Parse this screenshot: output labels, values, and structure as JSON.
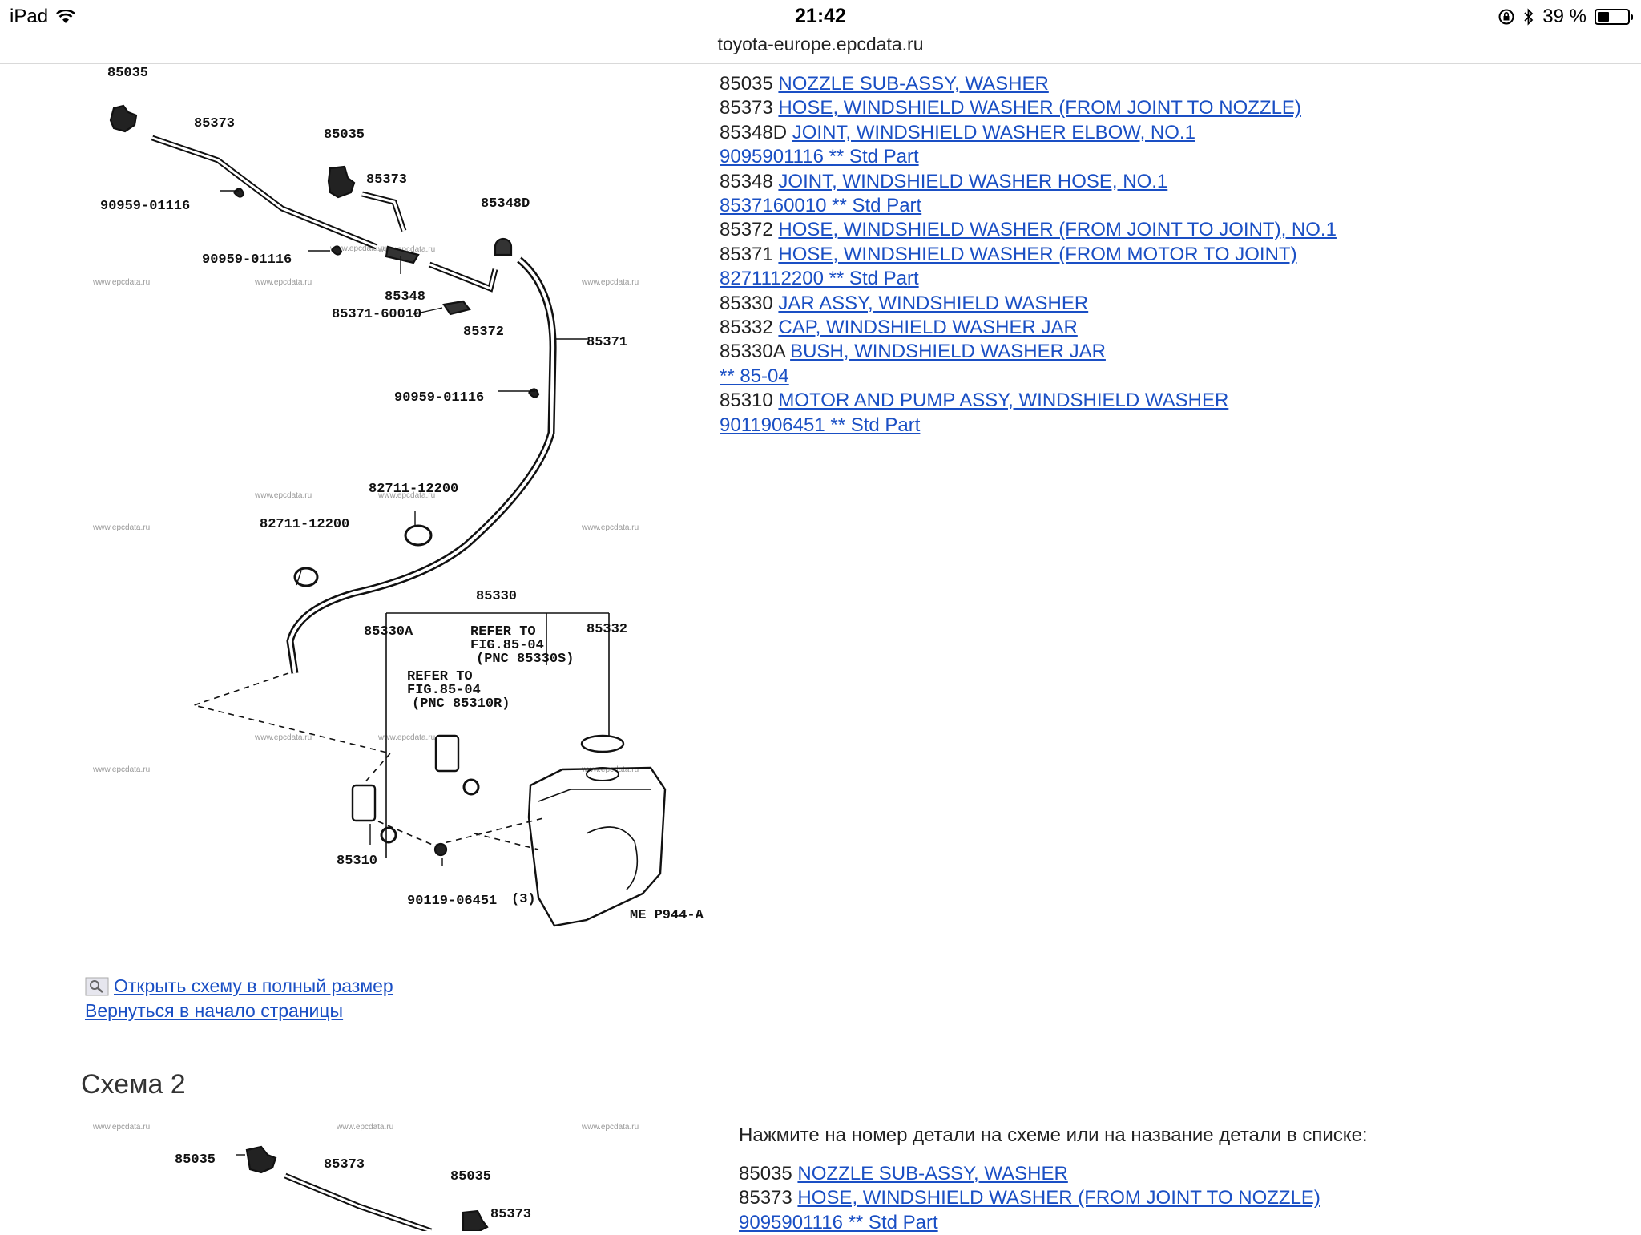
{
  "status_bar": {
    "device": "iPad",
    "time": "21:42",
    "battery_percent": "39 %",
    "battery_level": 0.39
  },
  "url": "toyota-europe.epcdata.ru",
  "diagram1": {
    "labels": {
      "l85035a": "85035",
      "l85373a": "85373",
      "l85035b": "85035",
      "l85373b": "85373",
      "l85348d": "85348D",
      "l90959a": "90959-01116",
      "l90959b": "90959-01116",
      "l85348": "85348",
      "l85371_60010": "85371-60010",
      "l85372": "85372",
      "l85371": "85371",
      "l90959c": "90959-01116",
      "l82711a": "82711-12200",
      "l82711b": "82711-12200",
      "l85330": "85330",
      "l85330a": "85330A",
      "l85332": "85332",
      "refer1a": "REFER TO",
      "refer1b": "FIG.85-04",
      "refer1c": "(PNC 85330S)",
      "refer2a": "REFER TO",
      "refer2b": "FIG.85-04",
      "refer2c": "(PNC 85310R)",
      "l85310": "85310",
      "l90119": "90119-06451",
      "l90119q": "(3)",
      "code": "ME P944-A"
    },
    "watermark": "www.epcdata.ru"
  },
  "parts_list": [
    {
      "num": "85035",
      "name": "NOZZLE SUB-ASSY, WASHER"
    },
    {
      "num": "85373",
      "name": "HOSE, WINDSHIELD WASHER (FROM JOINT TO NOZZLE)"
    },
    {
      "num": "85348D",
      "name": "JOINT, WINDSHIELD WASHER ELBOW, NO.1"
    },
    {
      "num": "",
      "name": "9095901116 ** Std Part"
    },
    {
      "num": "85348",
      "name": "JOINT, WINDSHIELD WASHER HOSE, NO.1"
    },
    {
      "num": "",
      "name": "8537160010 ** Std Part"
    },
    {
      "num": "85372",
      "name": "HOSE, WINDSHIELD WASHER (FROM JOINT TO JOINT), NO.1"
    },
    {
      "num": "85371",
      "name": "HOSE, WINDSHIELD WASHER (FROM MOTOR TO JOINT)"
    },
    {
      "num": "",
      "name": "8271112200 ** Std Part"
    },
    {
      "num": "85330",
      "name": "JAR ASSY, WINDSHIELD WASHER"
    },
    {
      "num": "85332",
      "name": "CAP, WINDSHIELD WASHER JAR"
    },
    {
      "num": "85330A",
      "name": "BUSH, WINDSHIELD WASHER JAR"
    },
    {
      "num": "",
      "name": "** 85-04"
    },
    {
      "num": "85310",
      "name": "MOTOR AND PUMP ASSY, WINDSHIELD WASHER"
    },
    {
      "num": "",
      "name": "9011906451 ** Std Part"
    }
  ],
  "links": {
    "open_full": "Открыть схему в полный размер",
    "back_top": "Вернуться в начало страницы"
  },
  "section2": {
    "title": "Схема 2",
    "hint": "Нажмите на номер детали на схеме или на название детали в списке:",
    "labels": {
      "l85035a": "85035",
      "l85373a": "85373",
      "l85035b": "85035",
      "l85373b": "85373"
    },
    "parts_list": [
      {
        "num": "85035",
        "name": "NOZZLE SUB-ASSY, WASHER"
      },
      {
        "num": "85373",
        "name": "HOSE, WINDSHIELD WASHER (FROM JOINT TO NOZZLE)"
      },
      {
        "num": "",
        "name": "9095901116 ** Std Part"
      }
    ]
  }
}
